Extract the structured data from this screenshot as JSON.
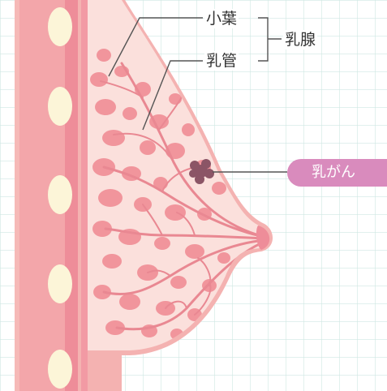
{
  "labels": {
    "lobule": "小葉",
    "duct": "乳管",
    "mammary_gland": "乳腺",
    "cancer": "乳がん"
  },
  "colors": {
    "grid_line": "#cfe7e3",
    "skin": "#f4b2b1",
    "body_wall": "#f29aa4",
    "fat": "#fbe0dc",
    "lobule": "#f1959c",
    "duct": "#e98892",
    "rib": "#fcf5d8",
    "tumor": "#8b5566",
    "cancer_badge": "#d98bbd",
    "leader_line": "#555555"
  },
  "icons": {
    "tumor": "tumor-icon"
  }
}
